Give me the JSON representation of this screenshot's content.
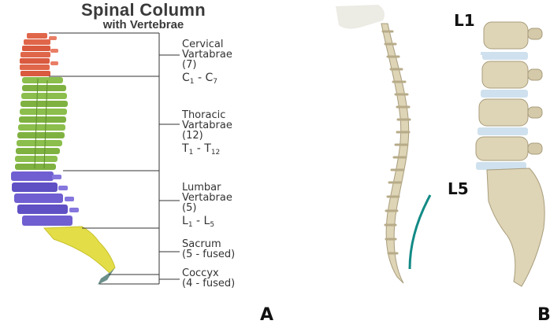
{
  "panel_a": {
    "title_line1": "Spinal Column",
    "title_line2": "with Vertebrae",
    "regions": [
      {
        "name_lines": [
          "Cervical",
          "Vartabrae",
          "(7)"
        ],
        "range_letter": "C",
        "range_from": "1",
        "range_to": "7",
        "color": "#e0664a"
      },
      {
        "name_lines": [
          "Thoracic",
          "Vartabrae",
          "(12)"
        ],
        "range_letter": "T",
        "range_from": "1",
        "range_to": "12",
        "color": "#8bbe4c"
      },
      {
        "name_lines": [
          "Lumbar",
          "Vertabrae",
          "(5)"
        ],
        "range_letter": "L",
        "range_from": "1",
        "range_to": "5",
        "color": "#6f5fd0"
      },
      {
        "name_lines": [
          "Sacrum",
          "(5 - fused)"
        ],
        "color": "#e3dd47"
      },
      {
        "name_lines": [
          "Coccyx",
          "(4 - fused)"
        ],
        "color": "#6c8f8a"
      }
    ],
    "panel_letter": "A"
  },
  "panel_b": {
    "label_top": "L1",
    "label_bottom": "L5",
    "panel_letter": "B",
    "bone_color": "#ded4b6",
    "disc_color": "#cfe1ee",
    "curve_color": "#138a86"
  }
}
